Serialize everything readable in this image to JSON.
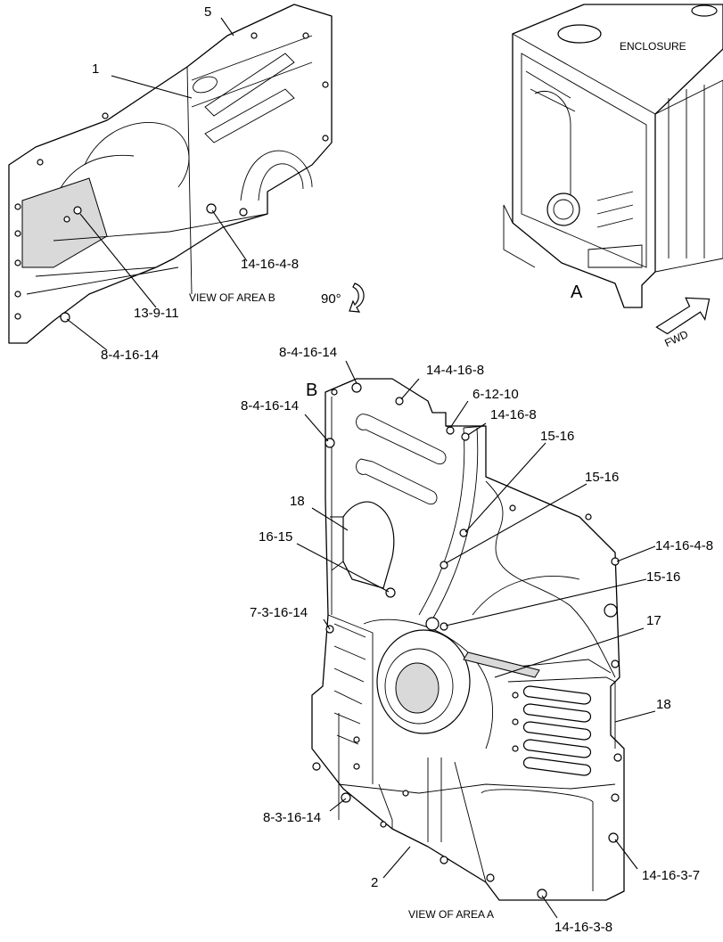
{
  "captions": {
    "enclosure": "ENCLOSURE",
    "view_a": "VIEW OF AREA A",
    "view_b": "VIEW OF AREA B",
    "rotation": "90°",
    "fwd": "FWD",
    "marker_a": "A",
    "marker_b": "B"
  },
  "callouts": [
    {
      "id": "c1",
      "text": "5"
    },
    {
      "id": "c2",
      "text": "1"
    },
    {
      "id": "c3",
      "text": "14-16-4-8"
    },
    {
      "id": "c4",
      "text": "13-9-11"
    },
    {
      "id": "c5",
      "text": "8-4-16-14"
    },
    {
      "id": "c6",
      "text": "8-4-16-14"
    },
    {
      "id": "c7",
      "text": "14-4-16-8"
    },
    {
      "id": "c8",
      "text": "6-12-10"
    },
    {
      "id": "c9",
      "text": "8-4-16-14"
    },
    {
      "id": "c10",
      "text": "14-16-8"
    },
    {
      "id": "c11",
      "text": "15-16"
    },
    {
      "id": "c12",
      "text": "15-16"
    },
    {
      "id": "c13",
      "text": "18"
    },
    {
      "id": "c14",
      "text": "16-15"
    },
    {
      "id": "c15",
      "text": "14-16-4-8"
    },
    {
      "id": "c16",
      "text": "15-16"
    },
    {
      "id": "c17",
      "text": "7-3-16-14"
    },
    {
      "id": "c18",
      "text": "17"
    },
    {
      "id": "c19",
      "text": "18"
    },
    {
      "id": "c20",
      "text": "8-3-16-14"
    },
    {
      "id": "c21",
      "text": "14-16-3-7"
    },
    {
      "id": "c22",
      "text": "2"
    },
    {
      "id": "c23",
      "text": "14-16-3-8"
    }
  ]
}
